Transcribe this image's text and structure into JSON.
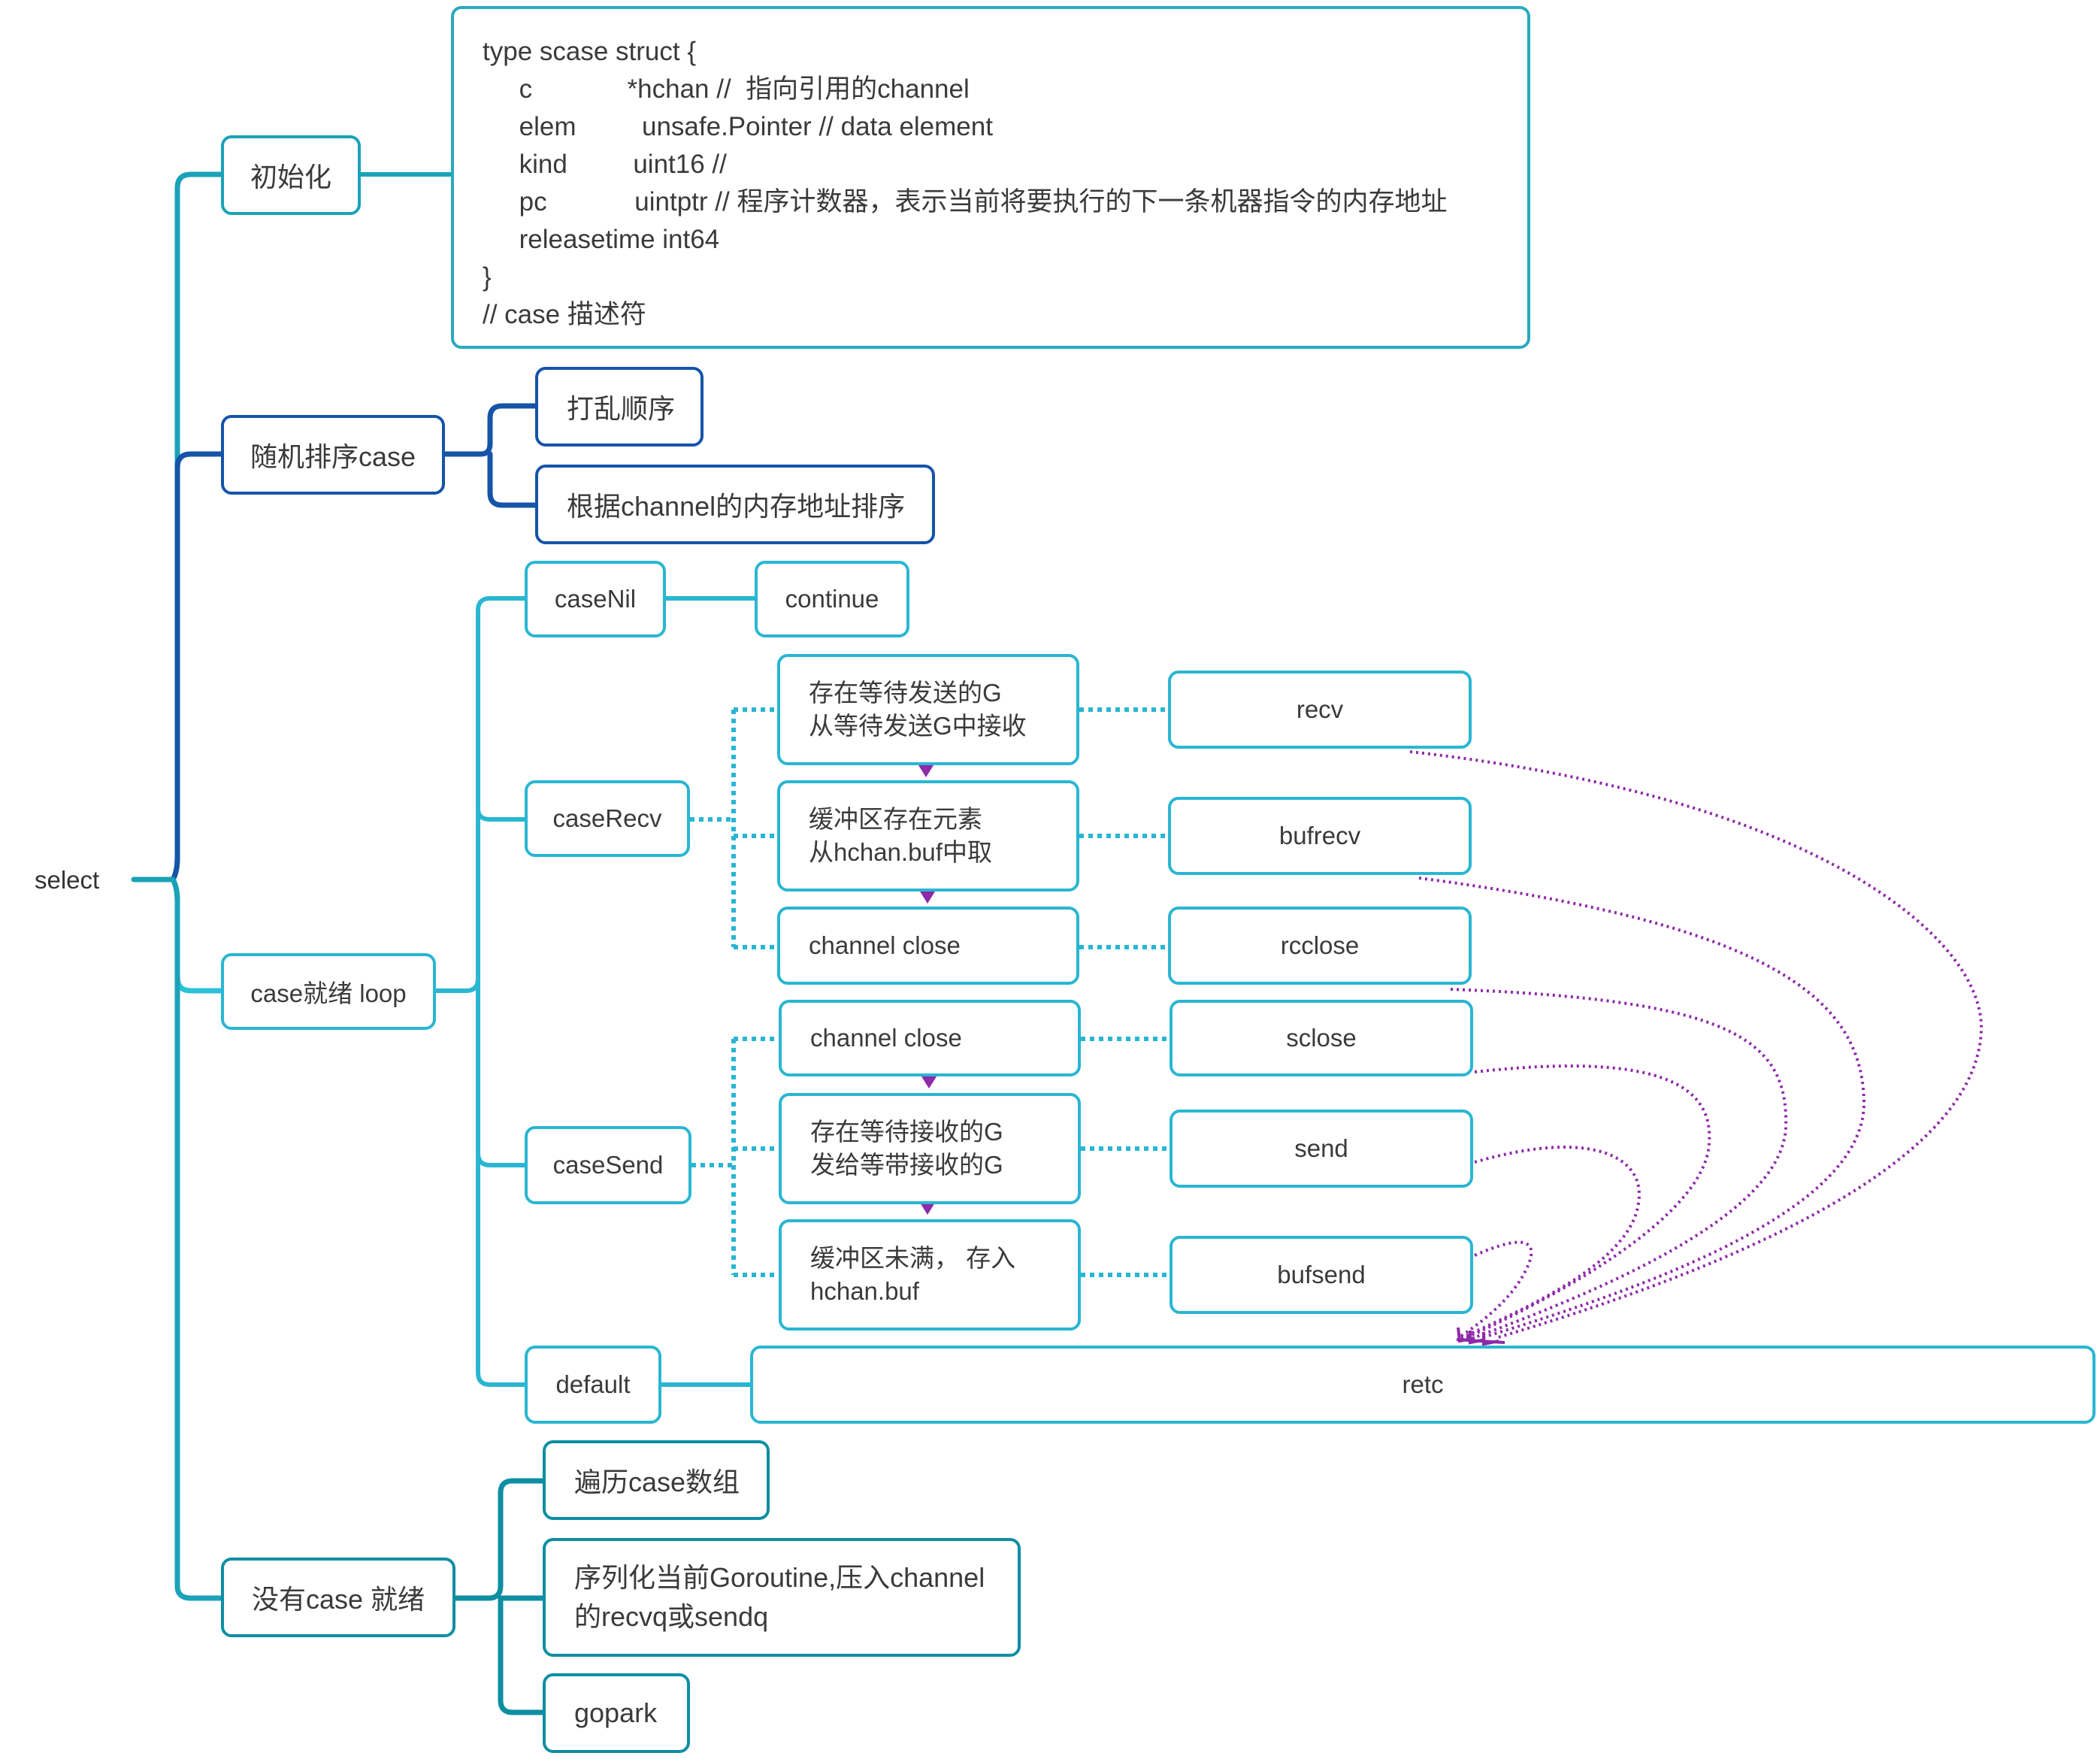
{
  "root": "select",
  "init": {
    "label": "初始化",
    "code": [
      "type scase struct {",
      "     c             *hchan //  指向引用的channel",
      "     elem         unsafe.Pointer // data element",
      "     kind         uint16 //",
      "     pc            uintptr // 程序计数器，表示当前将要执行的下一条机器指令的内存地址",
      "     releasetime int64",
      "}",
      "// case 描述符"
    ]
  },
  "shuffle": {
    "label": "随机排序case",
    "children": [
      "打乱顺序",
      "根据channel的内存地址排序"
    ]
  },
  "loop": {
    "label": "case就绪 loop",
    "caseNil": {
      "label": "caseNil",
      "result": "continue"
    },
    "caseRecv": {
      "label": "caseRecv",
      "steps": [
        {
          "lines": [
            "存在等待发送的G",
            "从等待发送G中接收"
          ],
          "result": "recv"
        },
        {
          "lines": [
            "缓冲区存在元素",
            "从hchan.buf中取"
          ],
          "result": "bufrecv"
        },
        {
          "lines": [
            "channel close"
          ],
          "result": "rcclose"
        }
      ]
    },
    "caseSend": {
      "label": "caseSend",
      "steps": [
        {
          "lines": [
            "channel close"
          ],
          "result": "sclose"
        },
        {
          "lines": [
            "存在等待接收的G",
            "发给等带接收的G"
          ],
          "result": "send"
        },
        {
          "lines": [
            "缓冲区未满，  存入",
            "hchan.buf"
          ],
          "result": "bufsend"
        }
      ]
    },
    "default": {
      "label": "default",
      "result": "retc"
    }
  },
  "noReady": {
    "label": "没有case 就绪",
    "children": [
      [
        "遍历case数组"
      ],
      [
        "序列化当前Goroutine,压入channel",
        "的recvq或sendq"
      ],
      [
        "gopark"
      ]
    ]
  },
  "colors": {
    "branch_teal": "#1aa2b8",
    "branch_blue": "#1554a8",
    "node_border": "#29b6d2",
    "arrow_purple": "#8e2aa8"
  }
}
